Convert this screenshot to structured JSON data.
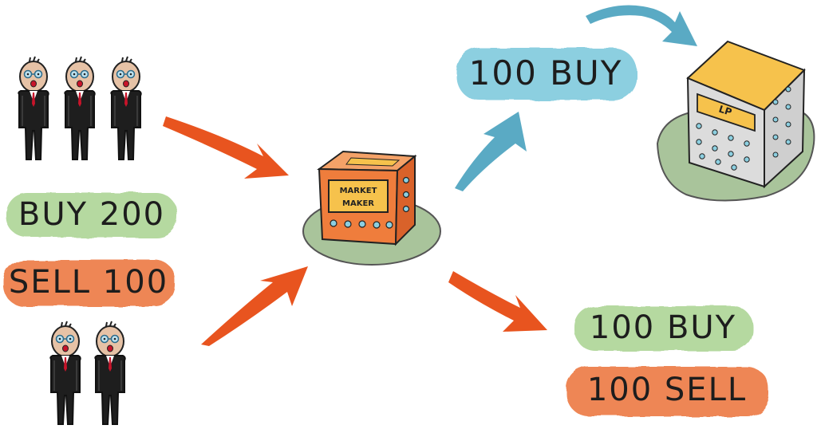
{
  "labels": {
    "client_buy": "BUY 200",
    "client_sell": "SELL 100",
    "hedge_buy": "100 BUY",
    "internal_buy": "100 BUY",
    "internal_sell": "100 SELL"
  },
  "market_maker": {
    "sign_line1": "MARKET",
    "sign_line2": "MAKER"
  },
  "lp": {
    "sign": "LP"
  },
  "colors": {
    "arrow_orange": "#e8541f",
    "arrow_blue": "#5aaac4",
    "blob_green": "#b5d9a0",
    "blob_orange": "#ee8654",
    "blob_blue": "#8ccfe0",
    "building_orange": "#ef7d3c",
    "lp_roof": "#f6c24c",
    "lp_wall": "#dcdcdc",
    "ground_green": "#a9c49b",
    "suit": "#1e1e1e",
    "tie": "#c8142a"
  },
  "icons": [
    "trader-icon",
    "market-maker-building-icon",
    "lp-building-icon",
    "arrow-icon"
  ]
}
